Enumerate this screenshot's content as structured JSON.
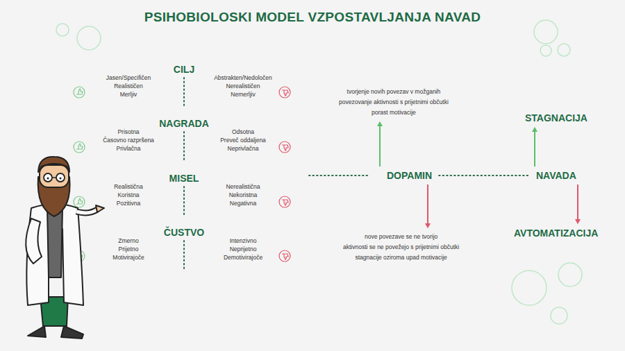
{
  "diagram": {
    "title": "PSIHOBIOLOSKI MODEL VZPOSTAVLJANJA NAVAD",
    "nodes": [
      {
        "text": [
          "DOPAMIN"
        ]
      },
      {
        "text": [
          "tvorjenje novih povezav v možganih",
          "povezovanje aktivnosti s prijetnimi občutki",
          "porast motivacije"
        ]
      },
      {
        "text": [
          "nove povezave se ne tvorijo",
          "aktivnosti se ne povežejo s prijetnimi občutki",
          "stagnacije oziroma upad motivacije"
        ]
      },
      {
        "text": [
          "NAVADA"
        ]
      },
      {
        "text": [
          "STAGNACIJA"
        ]
      },
      {
        "text": [
          "AVTOMATIZACIJA"
        ]
      }
    ],
    "edges": [
      {
        "from": 0,
        "to": 1,
        "arrow": "to"
      },
      {
        "from": 0,
        "to": 2,
        "arrow": "to"
      },
      {
        "from": 0,
        "to": 3,
        "arrow": "none"
      },
      {
        "from": 3,
        "to": 4,
        "arrow": "to"
      },
      {
        "from": 3,
        "to": 5,
        "arrow": "to"
      }
    ],
    "labels": [
      "CILJ",
      "Jasen/Specifičen",
      "Realističen",
      "Merljiv",
      "Abstrakten/Nedoločen",
      "Nerealističen",
      "Nemerljiv",
      "NAGRADA",
      "Prisotna",
      "Časovno razpršena",
      "Privlačna",
      "Odsotna",
      "Preveč oddaljena",
      "Neprivlačna",
      "MISEL",
      "Realistična",
      "Koristna",
      "Pozitivna",
      "Nerealistična",
      "Nekoristna",
      "Negativna",
      "ČUSTVO",
      "Zmerno",
      "Prijetno",
      "Motivirajoče",
      "Intenzivno",
      "Neprijetno",
      "Demotivirajoče"
    ]
  }
}
